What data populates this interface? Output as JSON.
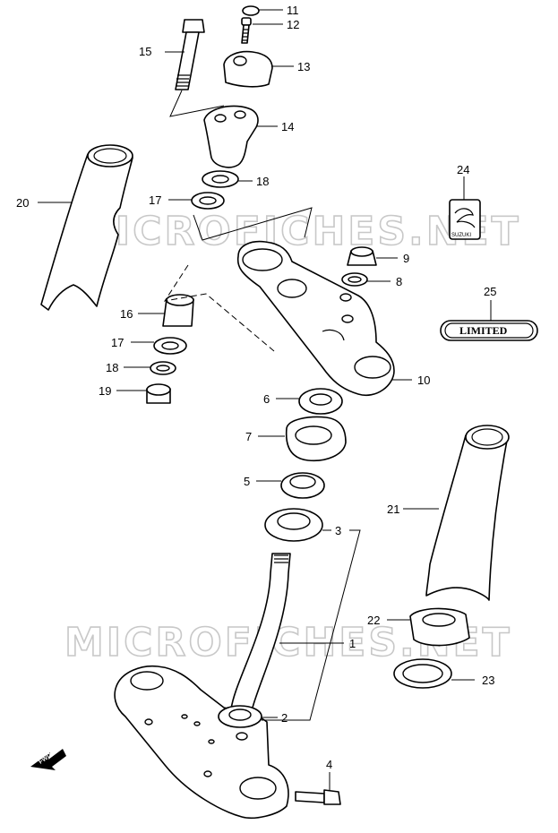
{
  "watermark": "MICROFICHES.NET",
  "badge_text": "LIMITED",
  "logo_text": "SUZUKI",
  "direction_label": "FWD",
  "callouts": [
    "1",
    "2",
    "3",
    "4",
    "5",
    "6",
    "7",
    "8",
    "9",
    "10",
    "11",
    "12",
    "13",
    "14",
    "15",
    "16",
    "17",
    "17",
    "18",
    "18",
    "19",
    "20",
    "21",
    "22",
    "23",
    "24",
    "25"
  ]
}
